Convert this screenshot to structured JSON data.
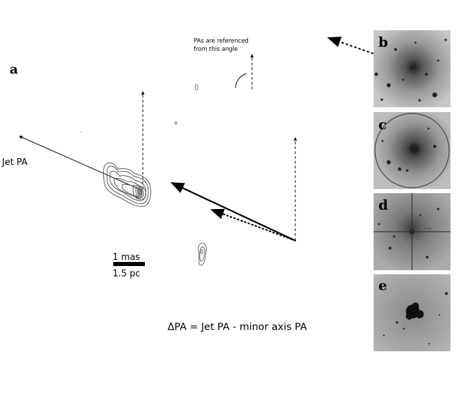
{
  "panel_a": {
    "label": "a",
    "reference_note_line1": "PAs are referenced",
    "reference_note_line2": "from this angle",
    "jet_label": "Jet PA",
    "scale_top": "1 mas",
    "scale_bottom": "1.5 pc",
    "formula": "ΔPA = Jet PA - minor axis PA"
  },
  "side_panels": [
    {
      "label": "b"
    },
    {
      "label": "c"
    },
    {
      "label": "d",
      "annotation": "1 cm"
    },
    {
      "label": "e"
    }
  ],
  "colors": {
    "line": "#000000",
    "contour": "#555555",
    "panel_bg": "#b3b3b3"
  }
}
